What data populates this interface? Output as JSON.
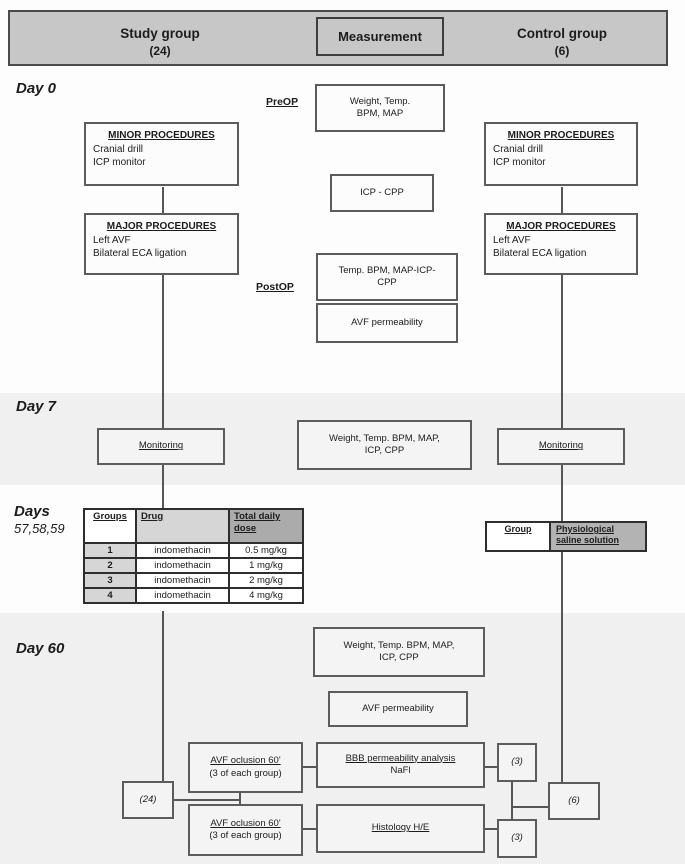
{
  "header": {
    "study_group": {
      "title": "Study group",
      "count": "(24)"
    },
    "measurement_label": "Measurement",
    "control_group": {
      "title": "Control group",
      "count": "(6)"
    }
  },
  "day0": {
    "label": "Day 0",
    "preop_label": "PreOP",
    "postop_label": "PostOP",
    "study_minor": {
      "title": "MINOR PROCEDURES",
      "lines": [
        "Cranial drill",
        "ICP monitor"
      ]
    },
    "study_major": {
      "title": "MAJOR PROCEDURES",
      "lines": [
        "Left AVF",
        "Bilateral ECA ligation"
      ]
    },
    "control_minor": {
      "title": "MINOR PROCEDURES",
      "lines": [
        "Cranial drill",
        "ICP monitor"
      ]
    },
    "control_major": {
      "title": "MAJOR PROCEDURES",
      "lines": [
        "Left AVF",
        "Bilateral ECA ligation"
      ]
    },
    "preop_measures": "Weight, Temp.\nBPM, MAP",
    "icp_cpp": "ICP - CPP",
    "postop_measures": "Temp. BPM, MAP-ICP-\nCPP",
    "avf_permeability": "AVF permeability"
  },
  "day7": {
    "label": "Day 7",
    "study_monitoring": "Monitoring",
    "measures": "Weight, Temp. BPM, MAP,\nICP, CPP",
    "control_monitoring": "Monitoring"
  },
  "days_57_59": {
    "label_line1": "Days",
    "label_line2": "57,58,59",
    "dose_table": {
      "headers": [
        "Groups",
        "Drug",
        "Total daily\ndose"
      ],
      "rows": [
        [
          "1",
          "indomethacin",
          "0.5 mg/kg"
        ],
        [
          "2",
          "indomethacin",
          "1 mg/kg"
        ],
        [
          "3",
          "indomethacin",
          "2 mg/kg"
        ],
        [
          "4",
          "indomethacin",
          "4 mg/kg"
        ]
      ]
    },
    "control_table": {
      "header": "Group",
      "value": "Physiological\nsaline solution"
    }
  },
  "day60": {
    "label": "Day 60",
    "measures": "Weight, Temp. BPM, MAP,\nICP, CPP",
    "avf_permeability": "AVF permeability",
    "study_total": "(24)",
    "occlusion_top": {
      "title": "AVF oclusion 60'",
      "subtitle": "(3 of each group)"
    },
    "occlusion_bottom": {
      "title": "AVF oclusion 60'",
      "subtitle": "(3 of each group)"
    },
    "bbb": {
      "title": "BBB permeability analysis",
      "subtitle": "NaFl"
    },
    "histology": {
      "title": "Histology H/E"
    },
    "bbb_count": "(3)",
    "control_total": "(6)",
    "histology_count": "(3)"
  },
  "colors": {
    "header_fill": "#c7c7c7",
    "band_fill": "#f0f0f0",
    "line": "#565656",
    "drug_header_fill": "#d6d6d6",
    "dose_header_fill": "#ababab",
    "saline_cell_fill": "#b3b3b3"
  }
}
